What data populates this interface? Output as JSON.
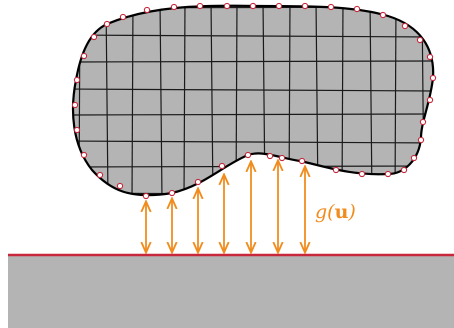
{
  "figure": {
    "gap_label": "g(u)",
    "colors": {
      "body_fill": "#b4b4b4",
      "grid_line": "#1a1a1a",
      "outline": "#000000",
      "node_fill": "#ffffff",
      "node_stroke": "#c8283c",
      "arrow": "#f08c1e",
      "surface_line": "#c8283c",
      "ground_fill": "#b4b4b4"
    },
    "icons": [
      "deformable-body",
      "contact-surface",
      "gap-arrow"
    ]
  }
}
